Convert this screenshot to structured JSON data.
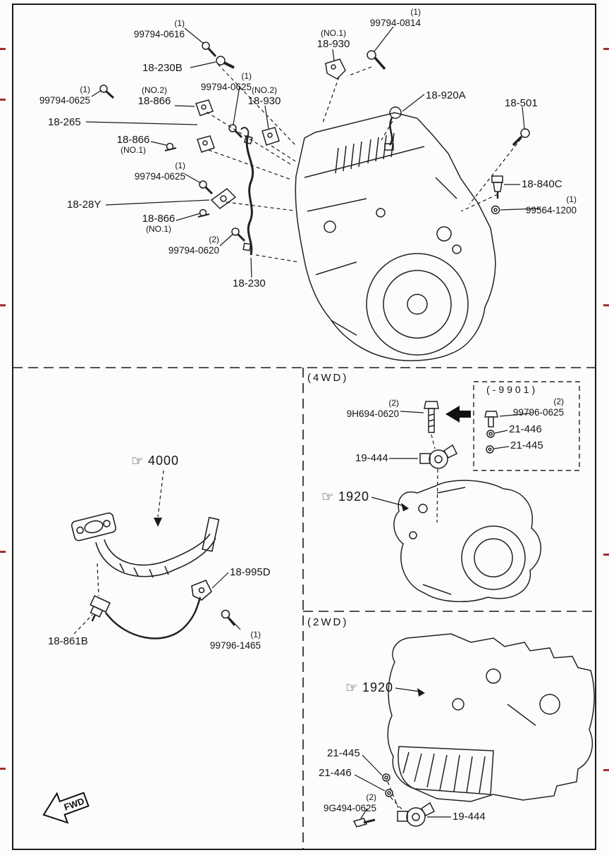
{
  "doc": {
    "type": "engine-switch-sensor-parts-diagram",
    "ink_color": "#1a1a1a",
    "paper_color": "#fcfcfa",
    "scan_mark_color": "#9e2f2f"
  },
  "icons": {
    "hand": "☞"
  },
  "sections": {
    "main": {
      "callouts": [
        {
          "qty": "(1)",
          "part": "99794-0616"
        },
        {
          "id": "18-230B"
        },
        {
          "qty": "(1)",
          "part": "99794-0814"
        },
        {
          "note": "(NO.1)",
          "id": "18-930"
        },
        {
          "id": "18-920A"
        },
        {
          "id": "18-501"
        },
        {
          "qty": "(1)",
          "part": "99794-0625"
        },
        {
          "note": "(NO.2)",
          "id": "18-866"
        },
        {
          "qty": "(1)",
          "part": "99794-0625"
        },
        {
          "note": "(NO.2)",
          "id": "18-930"
        },
        {
          "id": "18-265"
        },
        {
          "id": "18-866",
          "note": "(NO.1)"
        },
        {
          "qty": "(1)",
          "part": "99794-0625"
        },
        {
          "id": "18-28Y"
        },
        {
          "id": "18-866",
          "note": "(NO.1)"
        },
        {
          "qty": "(2)",
          "part": "99794-0620"
        },
        {
          "id": "18-230"
        },
        {
          "id": "18-840C"
        },
        {
          "qty": "(1)",
          "part": "99564-1200"
        }
      ]
    },
    "exhaust": {
      "ref": "4000",
      "callouts": [
        {
          "id": "18-995D"
        },
        {
          "id": "18-861B"
        },
        {
          "qty": "(1)",
          "part": "99796-1465"
        }
      ],
      "fwd": "FWD"
    },
    "fourwd": {
      "header": "(4WD)",
      "inset_header": "(-9901)",
      "ref": "1920",
      "callouts": [
        {
          "qty": "(2)",
          "part": "9H694-0620"
        },
        {
          "qty": "(2)",
          "part": "99796-0625"
        },
        {
          "id": "21-446"
        },
        {
          "id": "21-445"
        },
        {
          "id": "19-444"
        }
      ]
    },
    "twowd": {
      "header": "(2WD)",
      "ref": "1920",
      "callouts": [
        {
          "id": "21-445"
        },
        {
          "id": "21-446"
        },
        {
          "qty": "(2)",
          "part": "9G494-0625"
        },
        {
          "id": "19-444"
        }
      ]
    }
  }
}
